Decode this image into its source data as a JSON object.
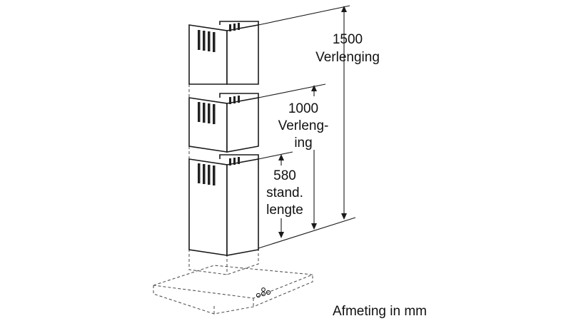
{
  "labels": {
    "extension_1500_value": "1500",
    "extension_1500_text": "Verlenging",
    "extension_1000_value": "1000",
    "extension_1000_text_1": "Verleng-",
    "extension_1000_text_2": "ing",
    "standard_580_value": "580",
    "standard_580_text_1": "stand.",
    "standard_580_text_2": "lengte",
    "caption": "Afmeting in mm"
  },
  "colors": {
    "line": "#1a1a1a",
    "dashed": "#555555",
    "background": "#ffffff"
  }
}
